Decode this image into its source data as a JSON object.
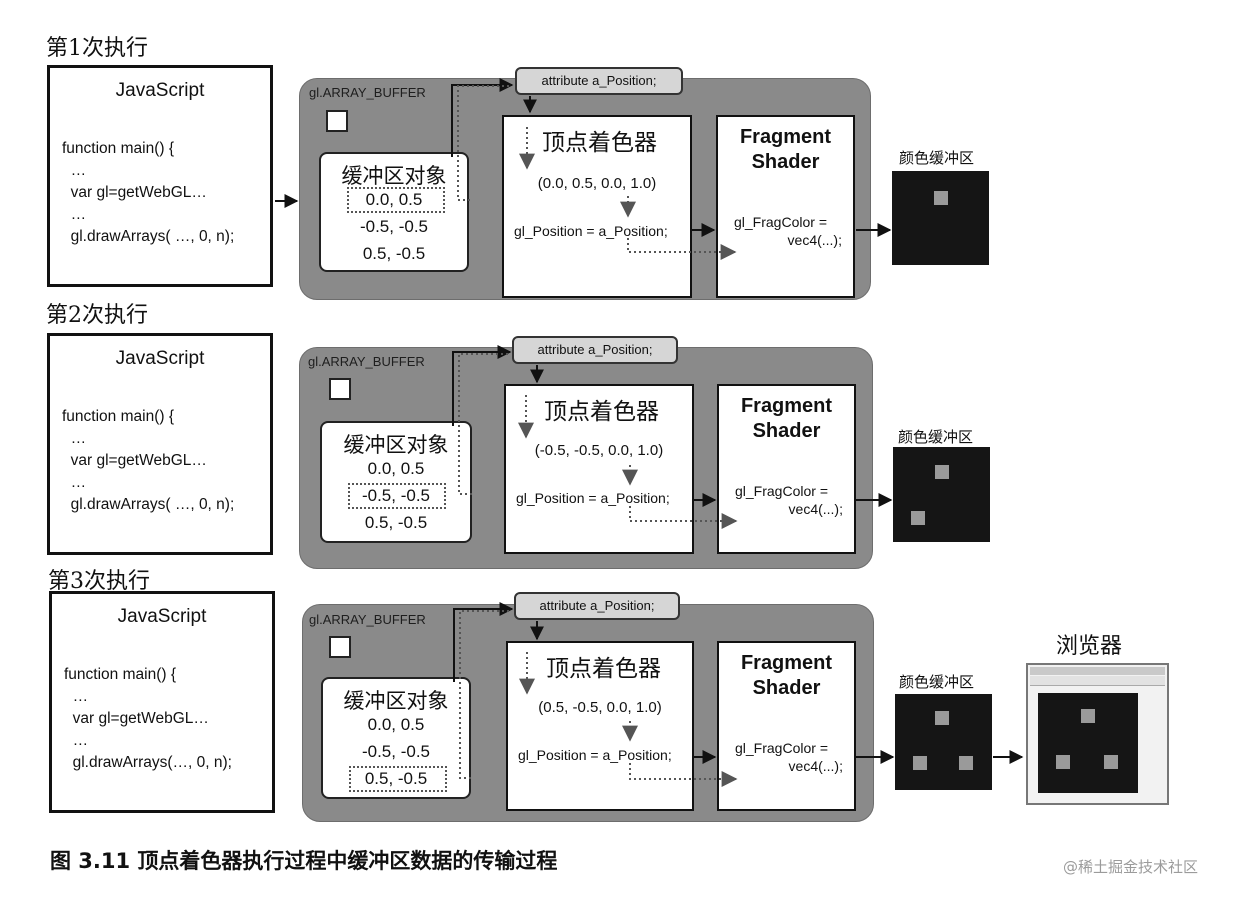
{
  "runs": [
    {
      "label": "第1次执行",
      "js": {
        "title": "JavaScript",
        "code": [
          "function main() {",
          "  …",
          "  var gl=getWebGL…",
          "  …",
          "  gl.drawArrays( …, 0, n);"
        ]
      },
      "gl_label": "gl.ARRAY_BUFFER",
      "buffer": {
        "title": "缓冲区对象",
        "rows": [
          "0.0,  0.5",
          "-0.5, -0.5",
          "0.5, -0.5"
        ],
        "highlight": 0
      },
      "attribute": "attribute a_Position;",
      "vertex_shader": {
        "title": "顶点着色器",
        "value": "(0.0,  0.5, 0.0, 1.0)",
        "assign": "gl_Position = a_Position;"
      },
      "fragment_shader": {
        "title_line1": "Fragment",
        "title_line2": "Shader",
        "code_line1": "gl_FragColor =",
        "code_line2": "vec4(...);"
      },
      "color_buffer": {
        "label": "颜色缓冲区",
        "points": 1
      }
    },
    {
      "label": "第2次执行",
      "js": {
        "title": "JavaScript",
        "code": [
          "function main() {",
          "  …",
          "  var gl=getWebGL…",
          "  …",
          "  gl.drawArrays( …, 0, n);"
        ]
      },
      "gl_label": "gl.ARRAY_BUFFER",
      "buffer": {
        "title": "缓冲区对象",
        "rows": [
          "0.0,  0.5",
          "-0.5, -0.5",
          "0.5, -0.5"
        ],
        "highlight": 1
      },
      "attribute": "attribute a_Position;",
      "vertex_shader": {
        "title": "顶点着色器",
        "value": "(-0.5,  -0.5, 0.0, 1.0)",
        "assign": "gl_Position = a_Position;"
      },
      "fragment_shader": {
        "title_line1": "Fragment",
        "title_line2": "Shader",
        "code_line1": "gl_FragColor =",
        "code_line2": "vec4(...);"
      },
      "color_buffer": {
        "label": "颜色缓冲区",
        "points": 2
      }
    },
    {
      "label": "第3次执行",
      "js": {
        "title": "JavaScript",
        "code": [
          "function main() {",
          "  …",
          "  var gl=getWebGL…",
          "  …",
          "  gl.drawArrays(…, 0, n);"
        ]
      },
      "gl_label": "gl.ARRAY_BUFFER",
      "buffer": {
        "title": "缓冲区对象",
        "rows": [
          "0.0,  0.5",
          "-0.5, -0.5",
          "0.5, -0.5"
        ],
        "highlight": 2
      },
      "attribute": "attribute a_Position;",
      "vertex_shader": {
        "title": "顶点着色器",
        "value": "(0.5,  -0.5, 0.0, 1.0)",
        "assign": "gl_Position = a_Position;"
      },
      "fragment_shader": {
        "title_line1": "Fragment",
        "title_line2": "Shader",
        "code_line1": "gl_FragColor =",
        "code_line2": "vec4(...);"
      },
      "color_buffer": {
        "label": "颜色缓冲区",
        "points": 3
      }
    }
  ],
  "browser": {
    "label": "浏览器"
  },
  "caption": "图 3.11  顶点着色器执行过程中缓冲区数据的传输过程",
  "watermark": "@稀土掘金技术社区"
}
